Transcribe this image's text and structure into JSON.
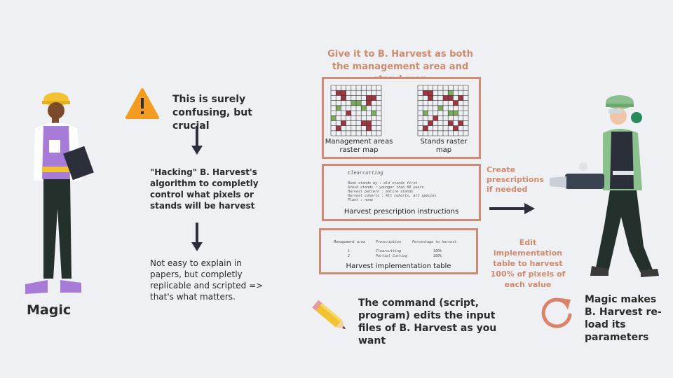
{
  "person_left": {
    "name": "Magic"
  },
  "left_column": {
    "warning_text": "This is surely confusing, but crucial",
    "hacking_text": "\"Hacking\" B. Harvest's algorithm to completly control  what pixels or stands will be harvest",
    "replicable_text": "Not easy to explain in papers, but completly replicable  and scripted => that's what matters."
  },
  "center": {
    "heading": "Give it to B. Harvest as both the management  area and stand map",
    "map_box": {
      "map1_caption": "Management areas raster map",
      "map2_caption": "Stands raster map"
    },
    "prescription_box": {
      "title": "Clearcutting",
      "lines": [
        "Rank stands by : old stands first",
        "Avoid stands : younger than 80 years",
        "Harvest pattern : entire stands",
        "Harvest cohorts : All cohorts, all species",
        "Plant : none"
      ],
      "caption": "Harvest prescription instructions"
    },
    "implementation_box": {
      "headers": [
        "Management area",
        "Prescription",
        "Percentage to harvest"
      ],
      "rows": [
        [
          "1",
          "Clearcutting",
          "100%"
        ],
        [
          "2",
          "Partial Cutting",
          "100%"
        ]
      ],
      "caption": "Harvest implementation table"
    },
    "pencil_text": "The command (script, program) edits the input files of B. Harvest as you want"
  },
  "right_column": {
    "create_text": "Create prescriptions if needed",
    "edit_text": "Edit implementation table to harvest 100% of pixels of each value",
    "reload_text": "Magic makes B. Harvest re-load its parameters"
  },
  "colors": {
    "accent": "#cf8b74",
    "warning": "#f39c1f",
    "arrow": "#2b2f3a",
    "cell_red": "#a0343f",
    "cell_green": "#7aaa5a",
    "reload": "#d9836a"
  },
  "icons": [
    "warning-icon",
    "arrow-down-icon",
    "arrow-right-icon",
    "pencil-icon",
    "reload-icon",
    "grid-map-icon"
  ]
}
